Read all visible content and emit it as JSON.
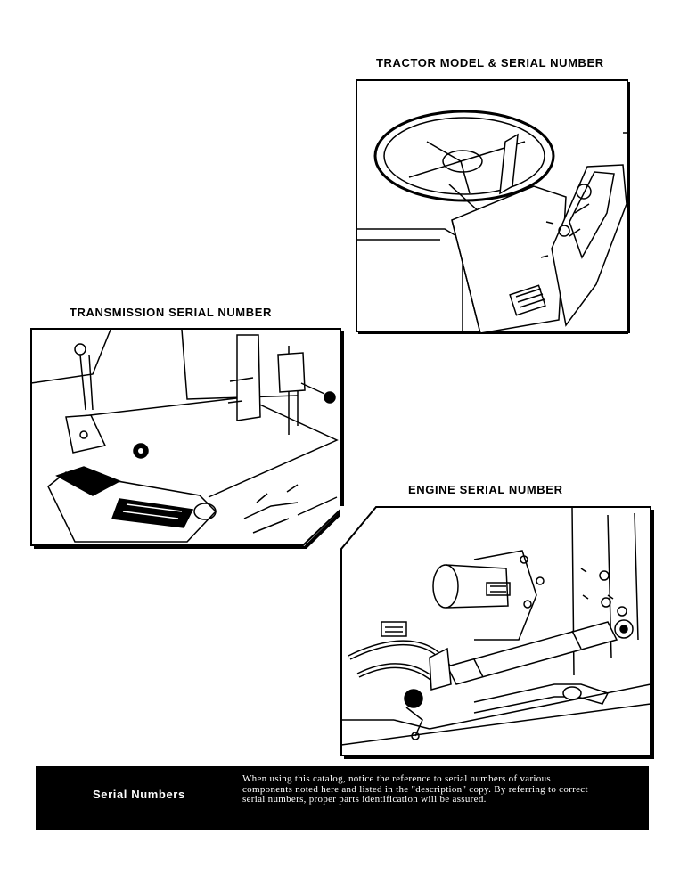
{
  "captions": {
    "tractor": "TRACTOR MODEL & SERIAL NUMBER",
    "transmission": "TRANSMISSION SERIAL NUMBER",
    "engine": "ENGINE SERIAL NUMBER"
  },
  "footer": {
    "title": "Serial Numbers",
    "text": "When using this catalog, notice the reference to serial numbers of various components noted here and listed in the \"description\" copy. By referring to correct serial numbers, proper parts identification will be assured."
  },
  "illustrations": {
    "tractor": "tractor-steering-console-illustration",
    "transmission": "transmission-housing-illustration",
    "engine": "engine-block-illustration"
  }
}
